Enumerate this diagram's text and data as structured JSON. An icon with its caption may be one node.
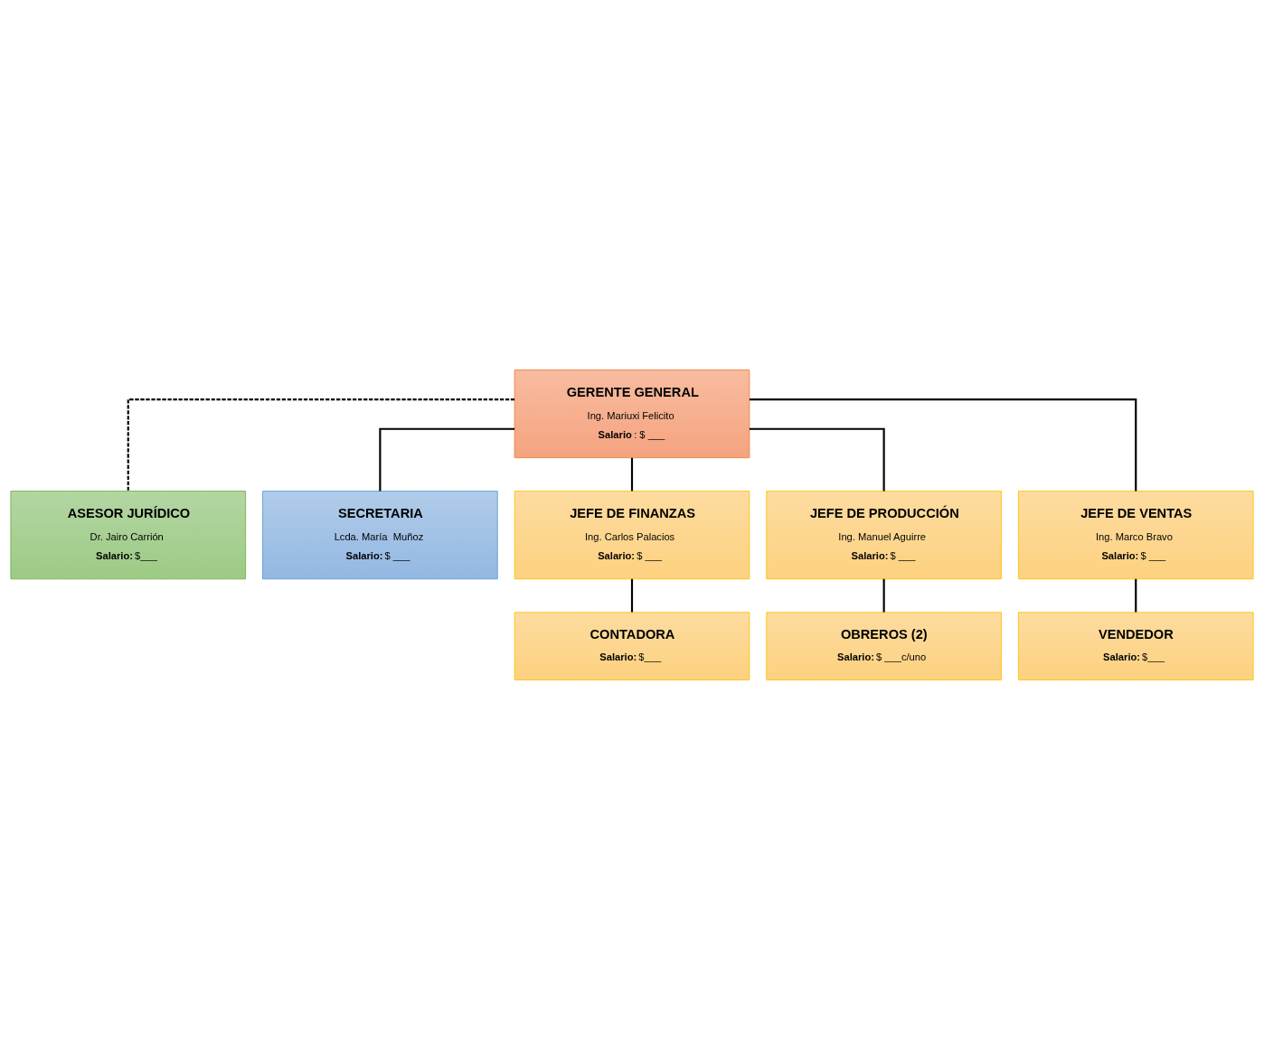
{
  "diagram": {
    "nodes": [
      {
        "text": [
          "GERENTE GENERAL",
          "Ing. Mariuxi Felicito",
          "**Salario**: $ ___"
        ]
      },
      {
        "text": [
          "ASESOR JURÍDICO",
          "Dr. Jairo Carrión",
          "**Salario:** $___"
        ]
      },
      {
        "text": [
          "SECRETARIA",
          "Lcda. María  Muñoz",
          "**Salario:** $ ___"
        ]
      },
      {
        "text": [
          "JEFE DE FINANZAS",
          "Ing. Carlos Palacios",
          "**Salario:** $ ___"
        ]
      },
      {
        "text": [
          "JEFE DE PRODUCCIÓN",
          "Ing. Manuel Aguirre",
          "**Salario:**$ ___"
        ]
      },
      {
        "text": [
          "JEFE DE VENTAS",
          "Ing. Marco Bravo",
          "**Salario:** $ ___"
        ]
      },
      {
        "text": [
          "CONTADORA",
          "**Salario:** $___"
        ]
      },
      {
        "text": [
          "OBREROS (2)",
          "**Salario:** $ ___c/uno"
        ]
      },
      {
        "text": [
          "VENDEDOR",
          "**Salario:** $___"
        ]
      }
    ],
    "edges": [
      {
        "from": 0,
        "to": 1,
        "arrow": "none",
        "style": "dashed"
      },
      {
        "from": 0,
        "to": 2,
        "arrow": "none"
      },
      {
        "from": 0,
        "to": 3,
        "arrow": "none"
      },
      {
        "from": 0,
        "to": 4,
        "arrow": "none"
      },
      {
        "from": 0,
        "to": 5,
        "arrow": "none"
      },
      {
        "from": 3,
        "to": 6,
        "arrow": "none"
      },
      {
        "from": 4,
        "to": 7,
        "arrow": "none"
      },
      {
        "from": 5,
        "to": 8,
        "arrow": "none"
      }
    ]
  }
}
